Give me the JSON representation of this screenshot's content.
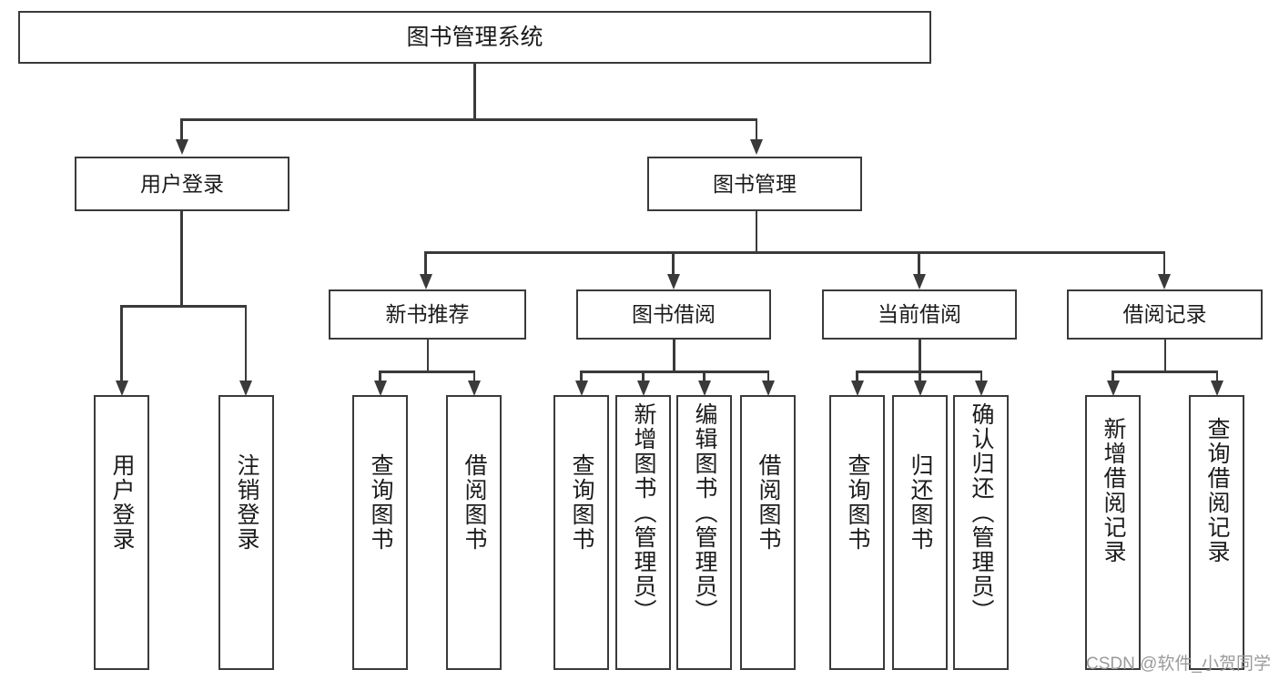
{
  "diagram": {
    "type": "tree-hierarchy",
    "title": "图书管理系统",
    "orientation": "top-down",
    "colors": {
      "stroke": "#3a3a3a",
      "fill": "#ffffff",
      "text": "#1b1b1b",
      "watermark": "#9b9b9b"
    },
    "levels": {
      "root": "图书管理系统",
      "level1": [
        "用户登录",
        "图书管理"
      ],
      "level2": [
        "新书推荐",
        "图书借阅",
        "当前借阅",
        "借阅记录"
      ]
    }
  },
  "root": {
    "label": "图书管理系统"
  },
  "level1": {
    "user_login": {
      "label": "用户登录"
    },
    "book_manage": {
      "label": "图书管理"
    }
  },
  "level2": {
    "new_book_recommend": {
      "label": "新书推荐"
    },
    "book_borrow": {
      "label": "图书借阅"
    },
    "current_borrow": {
      "label": "当前借阅"
    },
    "borrow_record": {
      "label": "借阅记录"
    }
  },
  "leaves": {
    "user_login_children": [
      {
        "label": "用户登录"
      },
      {
        "label": "注销登录"
      }
    ],
    "new_book_recommend_children": [
      {
        "label": "查询图书"
      },
      {
        "label": "借阅图书"
      }
    ],
    "book_borrow_children": [
      {
        "label": "查询图书"
      },
      {
        "label": "新增图书（管理员）"
      },
      {
        "label": "编辑图书（管理员）"
      },
      {
        "label": "借阅图书"
      }
    ],
    "current_borrow_children": [
      {
        "label": "查询图书"
      },
      {
        "label": "归还图书"
      },
      {
        "label": "确认归还（管理员）"
      }
    ],
    "borrow_record_children": [
      {
        "label": "新增借阅记录"
      },
      {
        "label": "查询借阅记录"
      }
    ]
  },
  "watermark": {
    "text": "CSDN @软件_小贺同学"
  }
}
